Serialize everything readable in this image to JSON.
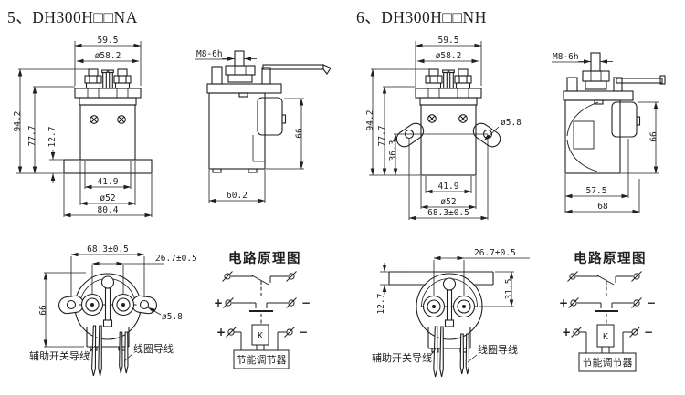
{
  "page": {
    "background": "#ffffff",
    "ink": "#1f1f1f"
  },
  "na": {
    "title": "5、DH300H□□NA",
    "front": {
      "top_width": "59.5",
      "top_dia": "ø58.2",
      "total_height": "94.2",
      "body_height": "77.7",
      "flange_thickness": "12.7",
      "terminal_span": "41.9",
      "body_dia": "ø52",
      "base_width": "80.4"
    },
    "side": {
      "thread": "M8-6h",
      "height": "66",
      "depth": "60.2"
    },
    "bottom": {
      "hole_span": "68.3±0.5",
      "terminal_pitch": "26.7±0.5",
      "height": "66",
      "hole_dia": "ø5.8",
      "aux_label": "辅助开关导线",
      "coil_label": "线圈导线"
    },
    "circuit": {
      "title": "电路原理图",
      "plus": "+",
      "minus": "−",
      "coil": "K",
      "regulator": "节能调节器"
    }
  },
  "nh": {
    "title": "6、DH300H□□NH",
    "front": {
      "top_width": "59.5",
      "top_dia": "ø58.2",
      "total_height": "94.2",
      "body_height": "77.7",
      "ear_height": "36.3",
      "hole_dia": "ø5.8",
      "terminal_span": "41.9",
      "body_dia": "ø52",
      "hole_span": "68.3±0.5"
    },
    "side": {
      "thread": "M8-6h",
      "height": "66",
      "inner_depth": "57.5",
      "depth": "68"
    },
    "bottom": {
      "terminal_pitch": "26.7±0.5",
      "bracket_height": "31.5",
      "bracket_thickness": "12.7",
      "aux_label": "辅助开关导线",
      "coil_label": "线圈导线"
    },
    "circuit": {
      "title": "电路原理图",
      "plus": "+",
      "minus": "−",
      "coil": "K",
      "regulator": "节能调节器"
    }
  }
}
